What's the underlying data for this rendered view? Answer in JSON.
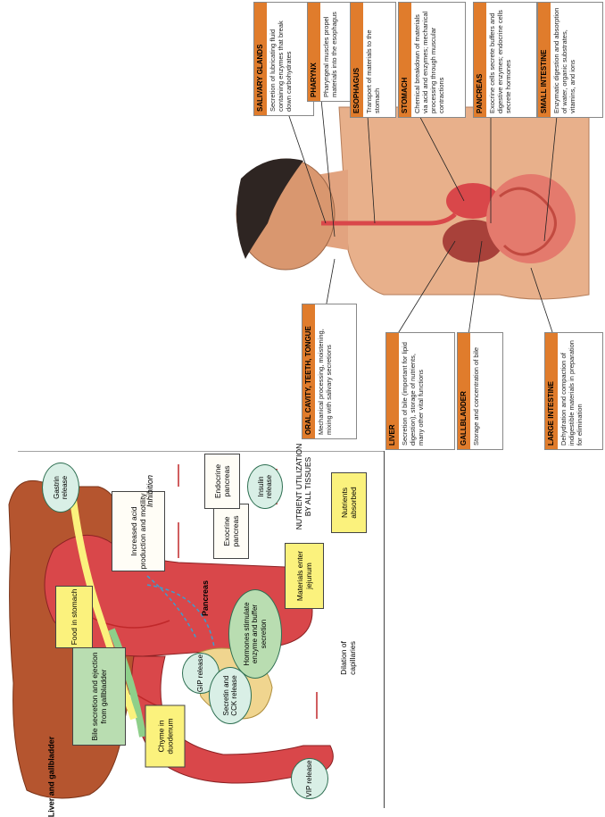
{
  "anatomy": {
    "salivary": {
      "title": "SALIVARY GLANDS",
      "text": "Secretion of lubricating fluid containing enzymes that break down carbohydrates"
    },
    "pharynx": {
      "title": "PHARYNX",
      "text": "Pharyngeal muscles propel materials into the esophagus"
    },
    "esophagus": {
      "title": "ESOPHAGUS",
      "text": "Transport of materials to the stomach"
    },
    "stomach": {
      "title": "STOMACH",
      "text": "Chemical breakdown of materials via acid and enzymes; mechanical processing through muscular contractions"
    },
    "pancreas": {
      "title": "PANCREAS",
      "text": "Exocrine cells secrete buffers and digestive enzymes; endocrine cells secrete hormones"
    },
    "small_intestine": {
      "title": "SMALL INTESTINE",
      "text": "Enzymatic digestion and absorption of water, organic substrates, vitamins, and ions"
    },
    "oral": {
      "title": "ORAL CAVITY, TEETH, TONGUE",
      "text": "Mechanical processing, moistening, mixing with salivary secretions"
    },
    "liver": {
      "title": "LIVER",
      "text": "Secretion of bile (important for lipid digestion), storage of nutrients, many other vital functions"
    },
    "gallbladder": {
      "title": "GALLBLADDER",
      "text": "Storage and concentration of bile"
    },
    "large_intestine": {
      "title": "LARGE INTESTINE",
      "text": "Dehydration and compaction of indigestible materials in preparation for elimination"
    }
  },
  "regulation": {
    "liver_gallbladder": "Liver and gallbladder",
    "bile_secretion": "Bile secretion and ejection from gallbladder",
    "chyme": "Chyme in duodenum",
    "vip": "VIP release",
    "gip": "GIP release",
    "secretin": "Secretin and CCK release",
    "dilation": "Dilation of capillaries",
    "food_stomach": "Food in stomach",
    "gastrin": "Gastrin release",
    "acid": "Increased acid production and motility",
    "inhibition": "Inhibition",
    "pancreas": "Pancreas",
    "hormones": "Hormones stimulate enzyme and buffer secretion",
    "materials_jejunum": "Materials enter jejunum",
    "exocrine": "Exocrine pancreas",
    "endocrine": "Endocrine pancreas",
    "insulin": "Insulin release",
    "nutrients_absorbed": "Nutrients absorbed",
    "utilization": "NUTRIENT UTILIZATION BY ALL TISSUES"
  },
  "colors": {
    "label_header": "#e07c2c",
    "yellow_box": "#fbf27d",
    "green_box": "#b9ddb1",
    "oval": "#d9efe6",
    "arrow_red": "#c0282a",
    "arrow_blue": "#3a9fd0",
    "stomach": "#d9474a",
    "liver": "#b5552f"
  }
}
